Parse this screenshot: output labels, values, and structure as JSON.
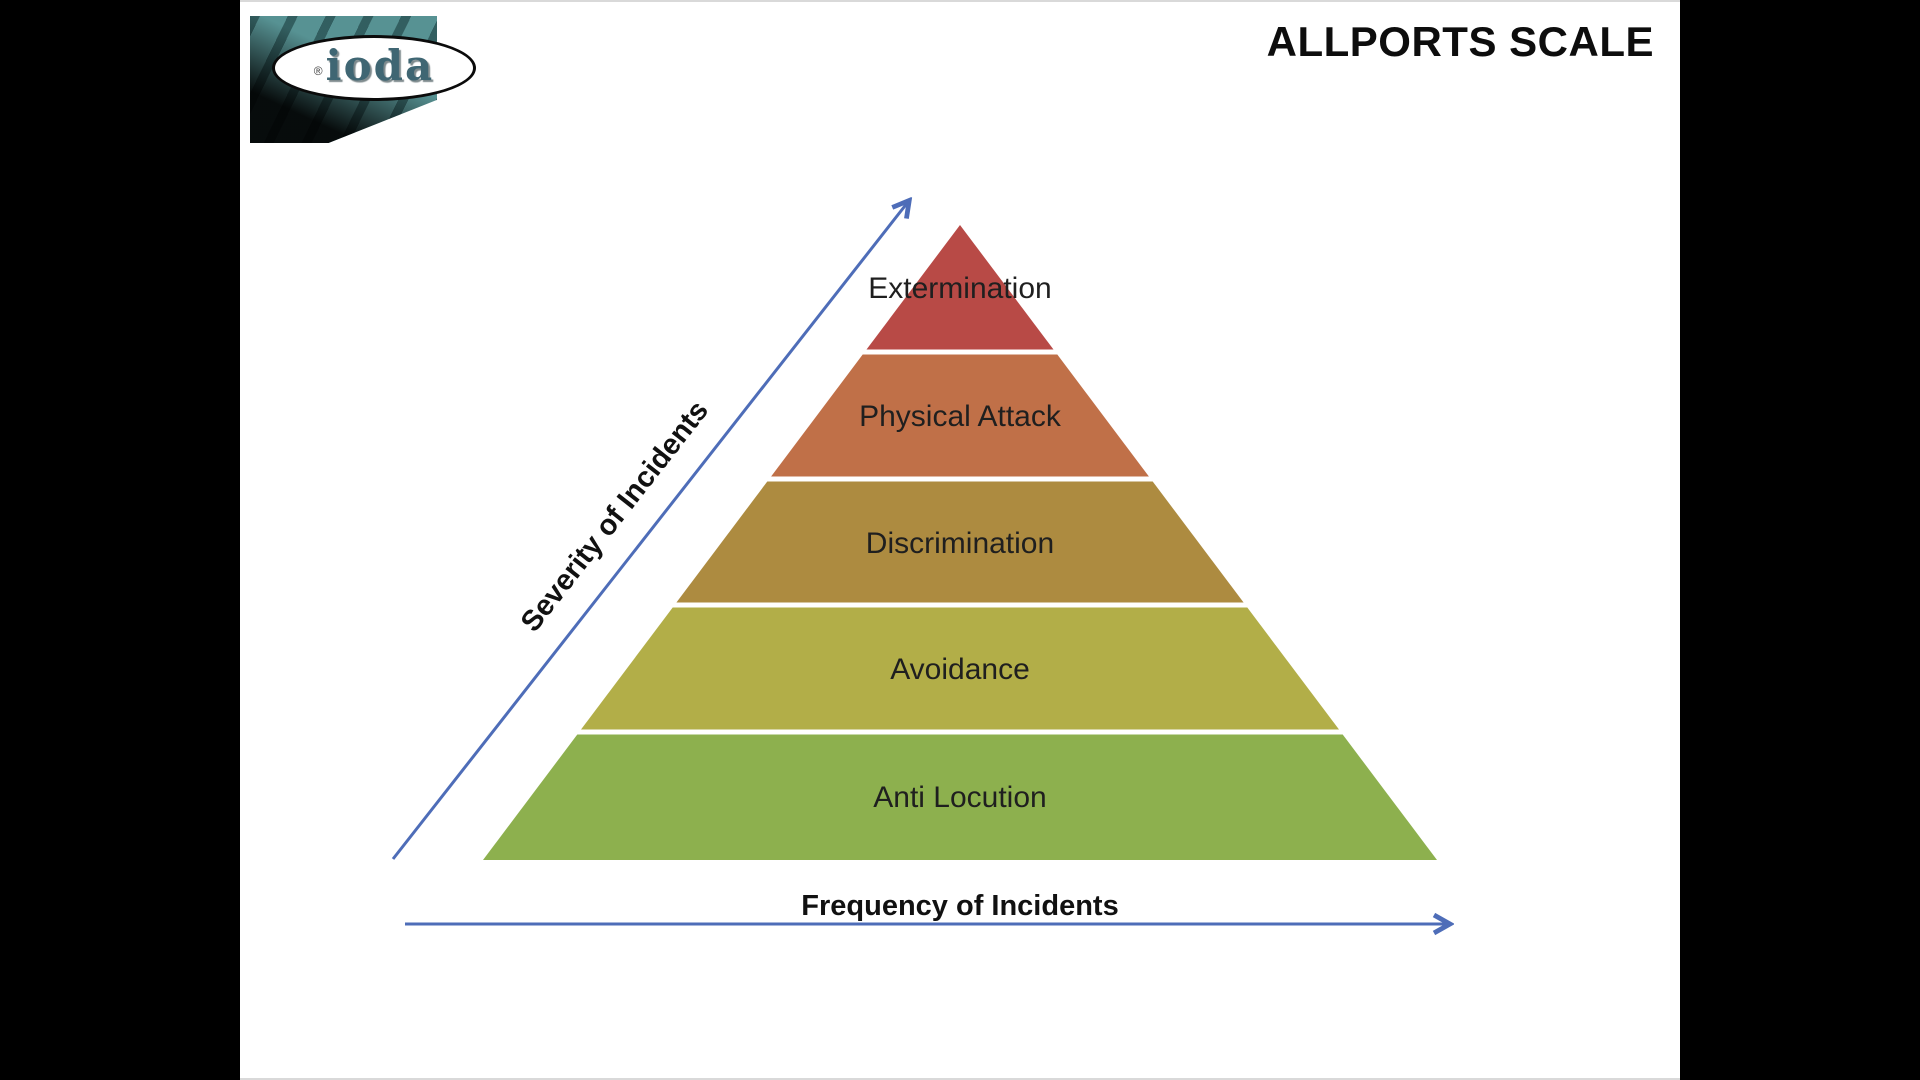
{
  "window": {
    "background_color": "#000000",
    "slide_background_color": "#ffffff"
  },
  "slide": {
    "title": "ALLPORTS SCALE",
    "logo": {
      "text": "ioda",
      "registered_mark": "®",
      "square_color": "#579293"
    }
  },
  "chart_data": {
    "type": "pyramid",
    "title": "ALLPORTS SCALE",
    "order": "top-to-bottom",
    "levels": [
      {
        "label": "Extermination",
        "color": "#b84a46"
      },
      {
        "label": "Physical Attack",
        "color": "#c07048"
      },
      {
        "label": "Discrimination",
        "color": "#ad8b40"
      },
      {
        "label": "Avoidance",
        "color": "#b2ae48"
      },
      {
        "label": "Anti Locution",
        "color": "#8db04e"
      }
    ],
    "axes": {
      "y_label": "Severity of Incidents",
      "x_label": "Frequency of Incidents",
      "arrow_color": "#4e6db8"
    },
    "label_color": "#1f1f1f",
    "gap_color": "#ffffff"
  }
}
